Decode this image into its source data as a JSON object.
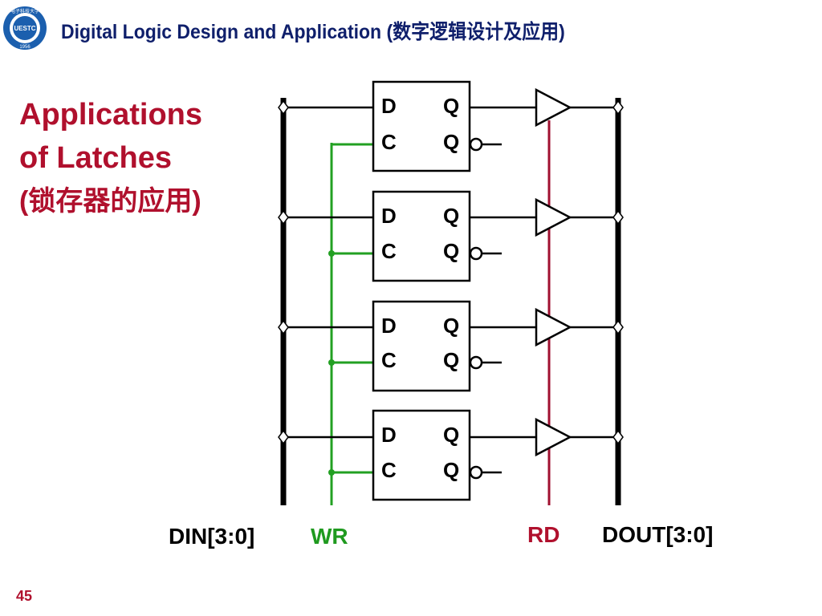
{
  "header": {
    "title": "Digital Logic Design and Application (数字逻辑设计及应用)"
  },
  "logo": {
    "top_text": "电子科技大学",
    "center_text": "UESTC",
    "year": "1956"
  },
  "slide": {
    "title_line1": "Applications",
    "title_line2": "of Latches",
    "title_line3": "(锁存器的应用)",
    "page_number": "45"
  },
  "diagram": {
    "latch_pins": {
      "d": "D",
      "c": "C",
      "q": "Q",
      "qn": "Q"
    },
    "latch_count": 4,
    "labels": {
      "din": "DIN[3:0]",
      "wr": "WR",
      "rd": "RD",
      "dout": "DOUT[3:0]"
    },
    "colors": {
      "wr_line": "#22a022",
      "rd_line": "#a01030",
      "bus": "#000000",
      "title_red": "#b0102d",
      "header_blue": "#0f1f6b"
    }
  }
}
